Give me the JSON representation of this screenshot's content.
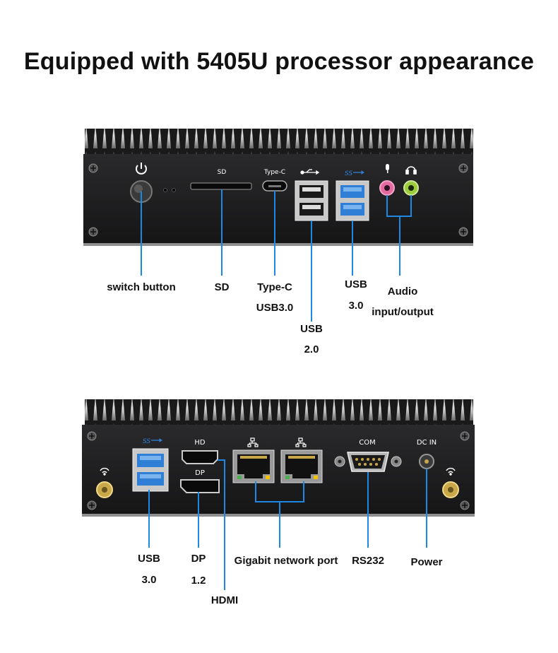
{
  "title": "Equipped with 5405U processor appearance",
  "colors": {
    "callout_line": "#1e88e5",
    "chassis": "#1c1c1e",
    "usb3_blue": "#2f7fd6",
    "mic_pink": "#e56aa0",
    "audio_green": "#9ccc3c",
    "led_yellow": "#f3c200",
    "led_green": "#4caf50"
  },
  "front_panel": {
    "icons": [
      "power-icon",
      "usb-icon",
      "usb3-icon",
      "microphone-icon",
      "headphone-icon"
    ],
    "panel_labels": {
      "sd": "SD",
      "type_c": "Type-C"
    },
    "callouts": {
      "switch": "switch button",
      "sd": "SD",
      "type_c_1": "Type-C",
      "type_c_2": "USB3.0",
      "usb2_1": "USB",
      "usb2_2": "2.0",
      "usb3_1": "USB",
      "usb3_2": "3.0",
      "audio_1": "Audio",
      "audio_2": "input/output"
    }
  },
  "rear_panel": {
    "icons": [
      "wifi-icon",
      "usb3-icon",
      "network-icon",
      "antenna-icon"
    ],
    "panel_labels": {
      "hd": "HD",
      "dp": "DP",
      "com": "COM",
      "dcin": "DC IN"
    },
    "callouts": {
      "usb3_1": "USB",
      "usb3_2": "3.0",
      "dp_1": "DP",
      "dp_2": "1.2",
      "hdmi": "HDMI",
      "lan": "Gigabit network port",
      "rs232": "RS232",
      "power": "Power"
    }
  }
}
